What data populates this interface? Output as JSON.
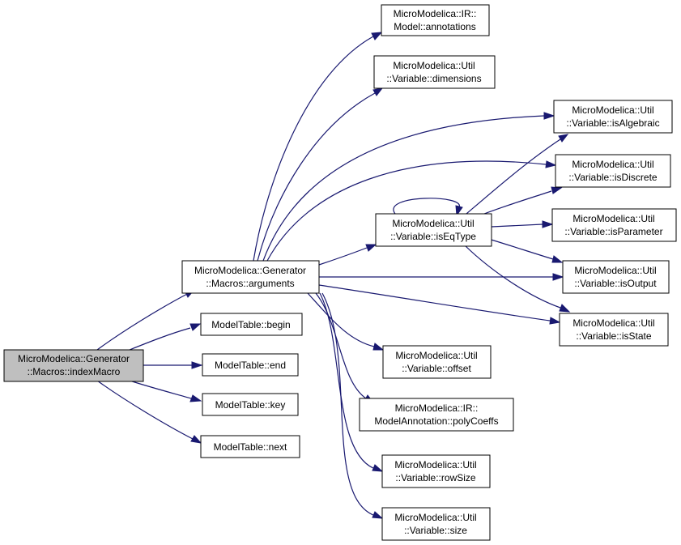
{
  "colors": {
    "edge": "#191970",
    "node_fill": "#ffffff",
    "root_fill": "#bfbfbf",
    "border": "#000000"
  },
  "nodes": {
    "indexMacro": {
      "line1": "MicroModelica::Generator",
      "line2": "::Macros::indexMacro"
    },
    "arguments": {
      "line1": "MicroModelica::Generator",
      "line2": "::Macros::arguments"
    },
    "begin": {
      "line1": "ModelTable::begin"
    },
    "end": {
      "line1": "ModelTable::end"
    },
    "key": {
      "line1": "ModelTable::key"
    },
    "next": {
      "line1": "ModelTable::next"
    },
    "annotations": {
      "line1": "MicroModelica::IR::",
      "line2": "Model::annotations"
    },
    "dimensions": {
      "line1": "MicroModelica::Util",
      "line2": "::Variable::dimensions"
    },
    "isAlgebraic": {
      "line1": "MicroModelica::Util",
      "line2": "::Variable::isAlgebraic"
    },
    "isDiscrete": {
      "line1": "MicroModelica::Util",
      "line2": "::Variable::isDiscrete"
    },
    "isEqType": {
      "line1": "MicroModelica::Util",
      "line2": "::Variable::isEqType"
    },
    "isParameter": {
      "line1": "MicroModelica::Util",
      "line2": "::Variable::isParameter"
    },
    "isOutput": {
      "line1": "MicroModelica::Util",
      "line2": "::Variable::isOutput"
    },
    "isState": {
      "line1": "MicroModelica::Util",
      "line2": "::Variable::isState"
    },
    "offset": {
      "line1": "MicroModelica::Util",
      "line2": "::Variable::offset"
    },
    "polyCoeffs": {
      "line1": "MicroModelica::IR::",
      "line2": "ModelAnnotation::polyCoeffs"
    },
    "rowSize": {
      "line1": "MicroModelica::Util",
      "line2": "::Variable::rowSize"
    },
    "size": {
      "line1": "MicroModelica::Util",
      "line2": "::Variable::size"
    }
  }
}
